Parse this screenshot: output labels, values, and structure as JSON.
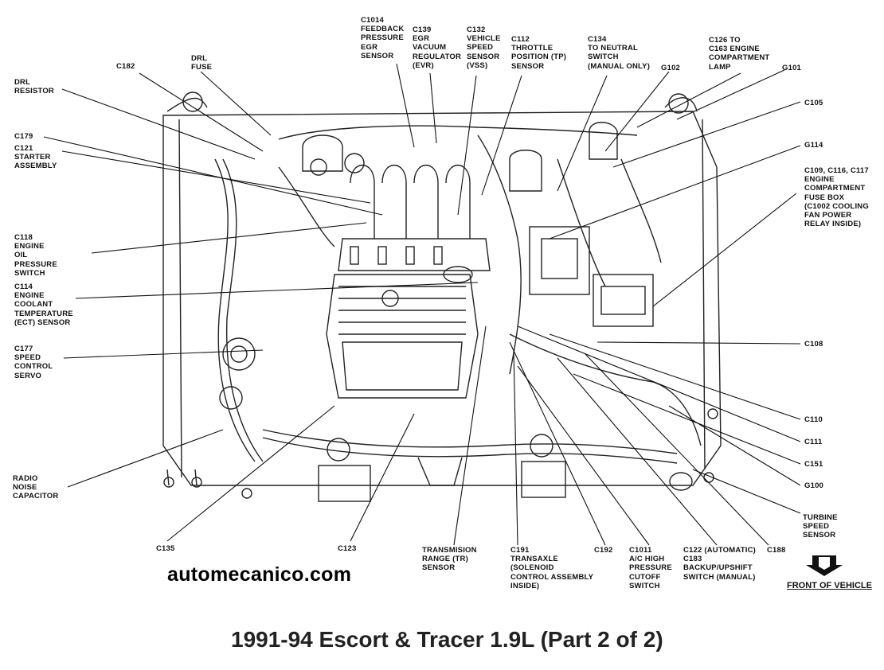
{
  "labels": {
    "c1014": "C1014\nFEEDBACK\nPRESSURE\nEGR\nSENSOR",
    "c139": "C139\nEGR\nVACUUM\nREGULATOR\n(EVR)",
    "c132": "C132\nVEHICLE\nSPEED\nSENSOR\n(VSS)",
    "c112": "C112\nTHROTTLE\nPOSITION (TP)\nSENSOR",
    "c134": "C134\nTO NEUTRAL\nSWITCH\n(MANUAL ONLY)",
    "g102": "G102",
    "c126": "C126 TO\nC163 ENGINE\nCOMPARTMENT\nLAMP",
    "g101": "G101",
    "c182": "C182",
    "drl_fuse": "DRL\nFUSE",
    "drl_resistor": "DRL\nRESISTOR",
    "c179": "C179",
    "c121": "C121\nSTARTER\nASSEMBLY",
    "c105": "C105",
    "g114": "G114",
    "c109": "C109, C116, C117\nENGINE\nCOMPARTMENT\nFUSE BOX\n(C1002 COOLING\nFAN POWER\nRELAY INSIDE)",
    "c118": "C118\nENGINE\nOIL\nPRESSURE\nSWITCH",
    "c114": "C114\nENGINE\nCOOLANT\nTEMPERATURE\n(ECT) SENSOR",
    "c177": "C177\nSPEED\nCONTROL\nSERVO",
    "c108": "C108",
    "c110": "C110",
    "c111": "C111",
    "c151": "C151",
    "g100": "G100",
    "radio": "RADIO\nNOISE\nCAPACITOR",
    "turbine": "TURBINE\nSPEED\nSENSOR",
    "c135": "C135",
    "c123": "C123",
    "tr": "TRANSMISION\nRANGE (TR)\nSENSOR",
    "c191": "C191\nTRANSAXLE\n(SOLENOID\nCONTROL ASSEMBLY\nINSIDE)",
    "c192": "C192",
    "c1011": "C1011\nA/C HIGH\nPRESSURE\nCUTOFF\nSWITCH",
    "c122": "C122 (AUTOMATIC)\nC183\nBACKUP/UPSHIFT\nSWITCH (MANUAL)",
    "c188": "C188"
  },
  "website": "automecanico.com",
  "front_of_vehicle": "FRONT OF VEHICLE",
  "title": "1991-94 Escort & Tracer 1.9L (Part 2 of 2)"
}
